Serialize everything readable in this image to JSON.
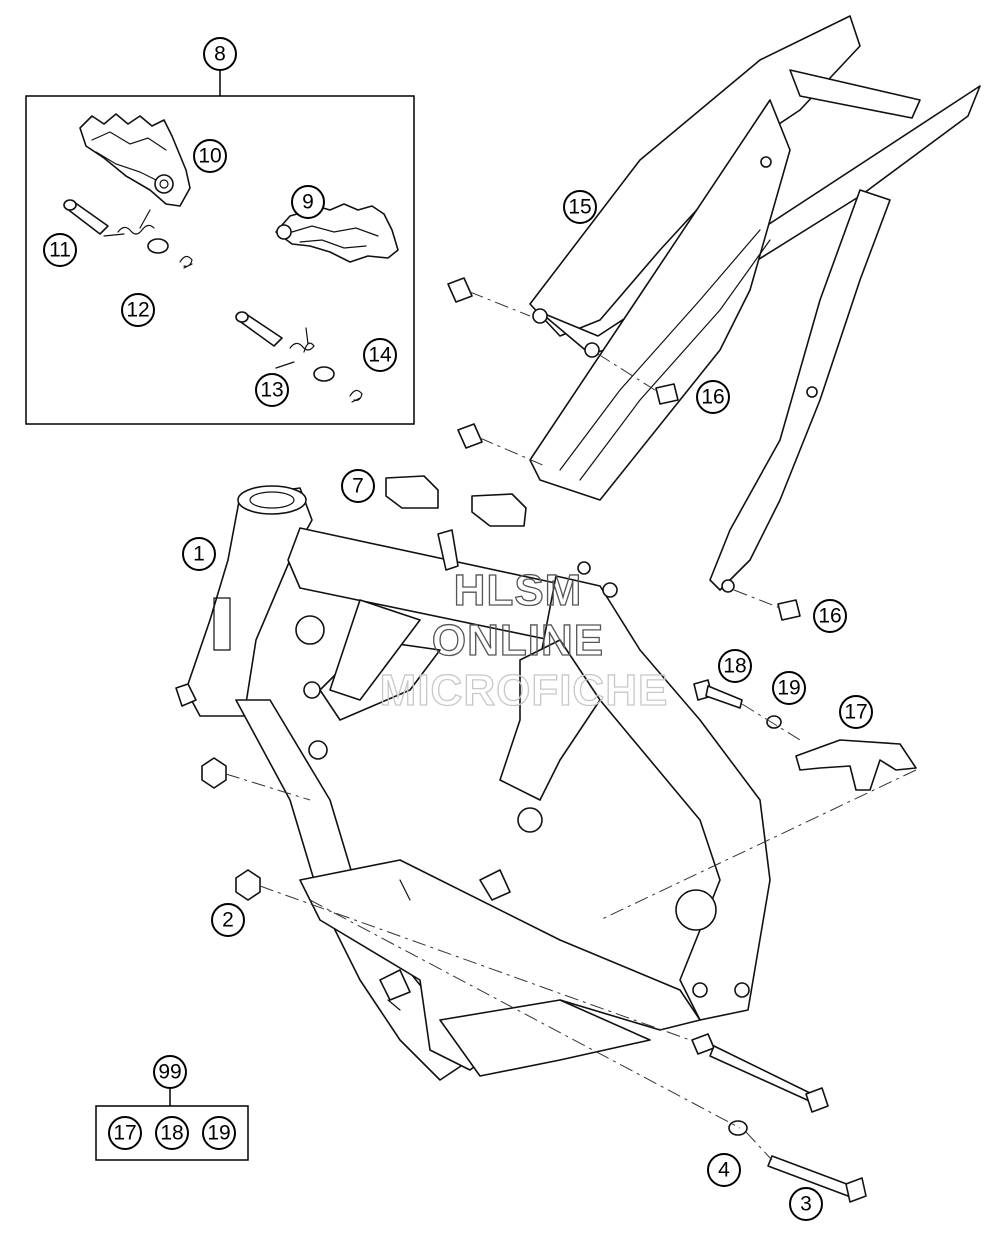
{
  "watermark": {
    "line1": "HLSM",
    "line2": "ONLINE",
    "line3": "MICROFICHE"
  },
  "callouts": [
    {
      "id": "c1",
      "label": "1"
    },
    {
      "id": "c2",
      "label": "2"
    },
    {
      "id": "c3",
      "label": "3"
    },
    {
      "id": "c4",
      "label": "4"
    },
    {
      "id": "c7",
      "label": "7"
    },
    {
      "id": "c8",
      "label": "8"
    },
    {
      "id": "c9",
      "label": "9"
    },
    {
      "id": "c10",
      "label": "10"
    },
    {
      "id": "c11",
      "label": "11"
    },
    {
      "id": "c12",
      "label": "12"
    },
    {
      "id": "c13",
      "label": "13"
    },
    {
      "id": "c14",
      "label": "14"
    },
    {
      "id": "c15",
      "label": "15"
    },
    {
      "id": "c16a",
      "label": "16"
    },
    {
      "id": "c16b",
      "label": "16"
    },
    {
      "id": "c17",
      "label": "17"
    },
    {
      "id": "c18",
      "label": "18"
    },
    {
      "id": "c19",
      "label": "19"
    },
    {
      "id": "c99",
      "label": "99"
    },
    {
      "id": "c99_17",
      "label": "17"
    },
    {
      "id": "c99_18",
      "label": "18"
    },
    {
      "id": "c99_19",
      "label": "19"
    }
  ]
}
